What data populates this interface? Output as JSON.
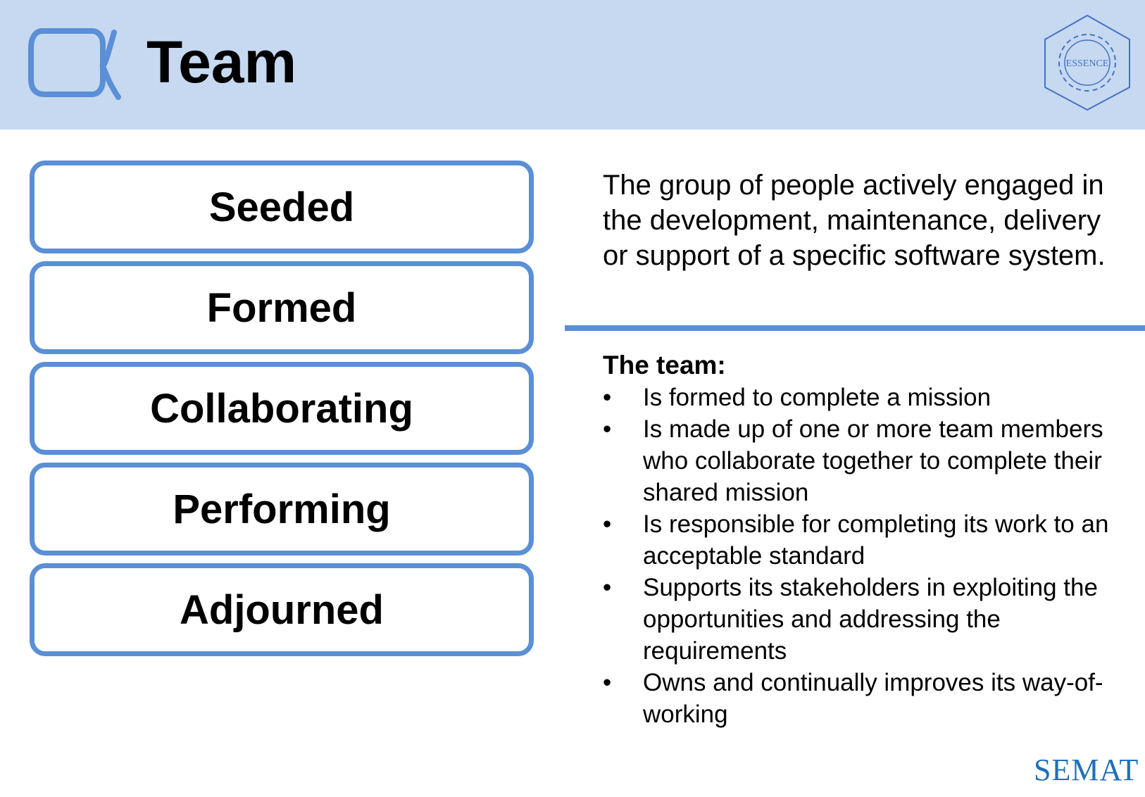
{
  "header": {
    "title": "Team",
    "icon": "alpha-icon",
    "logo": {
      "name": "essence-logo",
      "text": "ESSENCE"
    },
    "background": "#c6d9f1"
  },
  "states": [
    {
      "label": "Seeded"
    },
    {
      "label": "Formed"
    },
    {
      "label": "Collaborating"
    },
    {
      "label": "Performing"
    },
    {
      "label": "Adjourned"
    }
  ],
  "description": "The group of people actively engaged in the development, maintenance, delivery or support of a specific software system.",
  "details": {
    "heading": "The team:",
    "bullet_glyph": "•",
    "bullets": [
      "Is formed to complete a mission",
      "Is made up of one or more team members who collaborate together to complete their shared mission",
      "Is responsible for completing its work to an acceptable standard",
      "Supports its stakeholders in exploiting the opportunities and addressing the requirements",
      "Owns and continually improves its way-of-working"
    ]
  },
  "footer": {
    "logo_text": "SEMAT"
  },
  "colors": {
    "accent": "#5b8fd6",
    "header_bg": "#c6d9f1",
    "logo_blue": "#1f6fb8"
  }
}
